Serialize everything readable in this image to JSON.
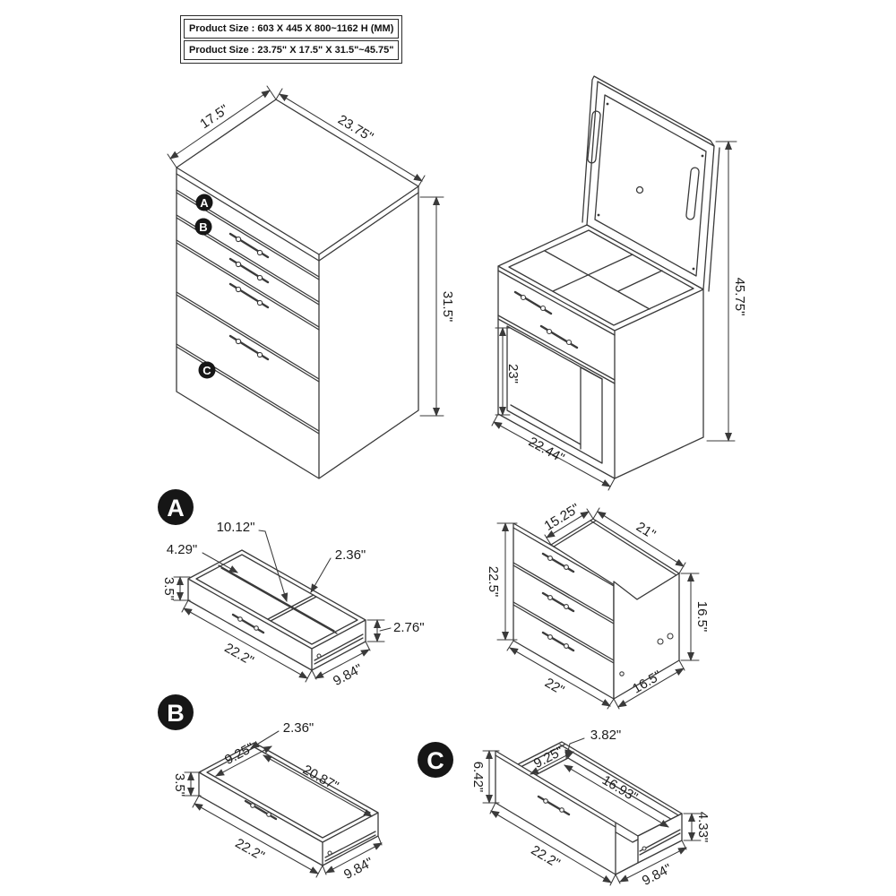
{
  "header": {
    "row1": "Product Size : 603 X 445 X 800~1162 H (MM)",
    "row2": "Product Size : 23.75\" X 17.5\" X 31.5\"~45.75\""
  },
  "badges": {
    "a": "A",
    "b": "B",
    "c": "C"
  },
  "chest": {
    "dims": {
      "depth": "17.5\"",
      "width": "23.75\"",
      "height": "31.5\""
    }
  },
  "vanity": {
    "dims": {
      "total_height": "45.75\"",
      "opening_height": "23\"",
      "width": "22.44\""
    }
  },
  "unit": {
    "dims": {
      "top_depth": "15.25\"",
      "top_width": "21\"",
      "front_height": "22.5\"",
      "side_height": "16.5\"",
      "bottom_width": "22\"",
      "bottom_depth": "16.5\""
    }
  },
  "drawer_a": {
    "dims": {
      "compartment_width": "10.12\"",
      "left_compartment": "4.29\"",
      "divider_thickness": "2.36\"",
      "front_height": "3.5\"",
      "width": "22.2\"",
      "depth": "9.84\"",
      "back_height": "2.76\""
    }
  },
  "drawer_b": {
    "dims": {
      "wall_thickness": "2.36\"",
      "inner_depth": "9.25\"",
      "inner_width": "20.87\"",
      "front_height": "3.5\"",
      "width": "22.2\"",
      "depth": "9.84\""
    }
  },
  "drawer_c": {
    "dims": {
      "wall_thickness": "3.82\"",
      "inner_depth": "9.25\"",
      "inner_width": "16.93\"",
      "front_height": "6.42\"",
      "back_height": "4.33\"",
      "width": "22.2\"",
      "depth": "9.84\""
    }
  }
}
